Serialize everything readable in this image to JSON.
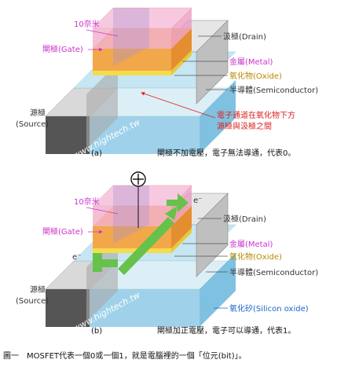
{
  "panel_a": {
    "dim_label": "10奈米",
    "gate_label": "閘極(Gate)",
    "drain_label": "汲極(Drain)",
    "metal_label": "金屬(Metal)",
    "oxide_label": "氧化物(Oxide)",
    "semi_label": "半導體(Semiconductor)",
    "channel_note_1": "電子通道在氧化物下方",
    "channel_note_2": "源極與汲極之間",
    "source_label_1": "源極",
    "source_label_2": "(Source)",
    "watermark": "www.hightech.tw",
    "panel_id": "(a)",
    "caption": "閘極不加電壓，電子無法導通，代表0。"
  },
  "panel_b": {
    "dim_label": "10奈米",
    "gate_label": "閘極(Gate)",
    "drain_label": "汲極(Drain)",
    "metal_label": "金屬(Metal)",
    "oxide_label": "氧化物(Oxide)",
    "semi_label": "半導體(Semiconductor)",
    "electron_in": "e⁻",
    "electron_out": "e⁻",
    "plus_symbol": "+",
    "source_label_1": "源極",
    "source_label_2": "(Source)",
    "silicon_oxide_label": "氧化矽(Silicon oxide)",
    "watermark": "www.hightech.tw",
    "panel_id": "(b)",
    "caption": "閘極加正電壓，電子可以導通，代表1。"
  },
  "figure_caption": "圖一　MOSFET代表一個0或一個1，就是電腦裡的一個「位元(bit)」。",
  "colors": {
    "magenta": "#cc33cc",
    "red": "#dd2222",
    "blue": "#1a66cc",
    "metal": "#f2a74a",
    "oxide": "#f5dc4a",
    "gate_pink": "#f0a9c8",
    "silicon": "#bfe3f2",
    "arrow_green": "#66c24a"
  }
}
